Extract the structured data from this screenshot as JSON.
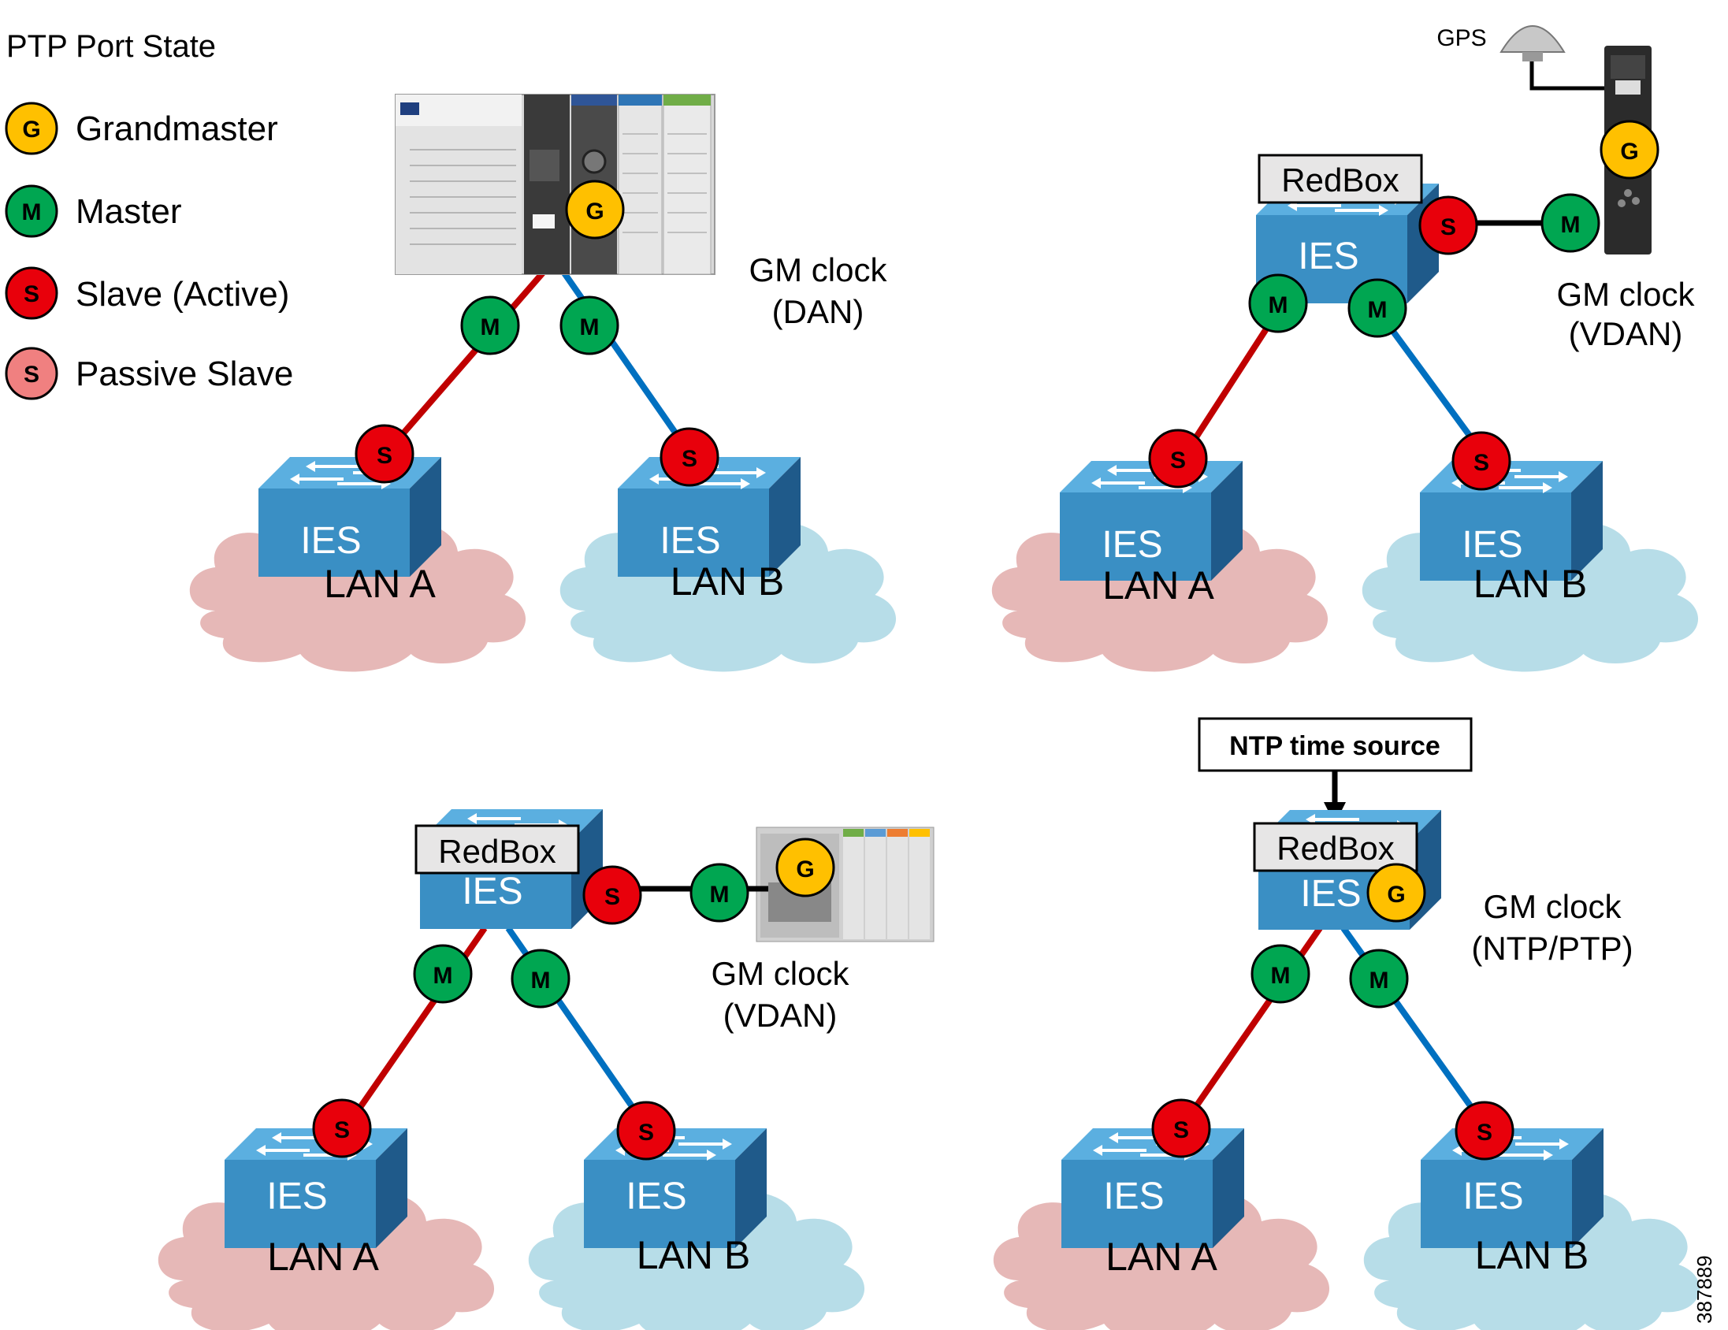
{
  "legend": {
    "title": "PTP Port State",
    "items": [
      {
        "letter": "G",
        "label": "Grandmaster",
        "color": "#FFC000"
      },
      {
        "letter": "M",
        "label": "Master",
        "color": "#00A651"
      },
      {
        "letter": "S",
        "label": "Slave (Active)",
        "color": "#E8000B"
      },
      {
        "letter": "S",
        "label": "Passive Slave",
        "color": "#F08080"
      }
    ]
  },
  "colors": {
    "lan_a_line": "#C00000",
    "lan_b_line": "#0070C0",
    "lan_a_cloud": "#E6B8B7",
    "lan_b_cloud": "#B7DDE8",
    "switch_front": "#3A8FC4",
    "switch_top": "#5BAFE0",
    "switch_side": "#1F5A8A"
  },
  "labels": {
    "ies": "IES",
    "redbox": "RedBox",
    "lan_a": "LAN A",
    "lan_b": "LAN B",
    "grandmaster_letter": "G",
    "master_letter": "M",
    "slave_letter": "S"
  },
  "panels": {
    "top_left": {
      "gm_line1": "GM clock",
      "gm_line2": "(DAN)"
    },
    "top_right": {
      "gm_line1": "GM clock",
      "gm_line2": "(VDAN)",
      "gps_label": "GPS"
    },
    "bottom_left": {
      "gm_line1": "GM clock",
      "gm_line2": "(VDAN)"
    },
    "bottom_right": {
      "gm_line1": "GM clock",
      "gm_line2": "(NTP/PTP)",
      "ntp_label": "NTP time source"
    }
  },
  "figure_id": "387889",
  "icons": [
    "plc-chassis-image",
    "gps-antenna-icon",
    "time-sync-device-image",
    "io-module-image",
    "switch-icon",
    "cloud-icon",
    "arrow-icon"
  ]
}
